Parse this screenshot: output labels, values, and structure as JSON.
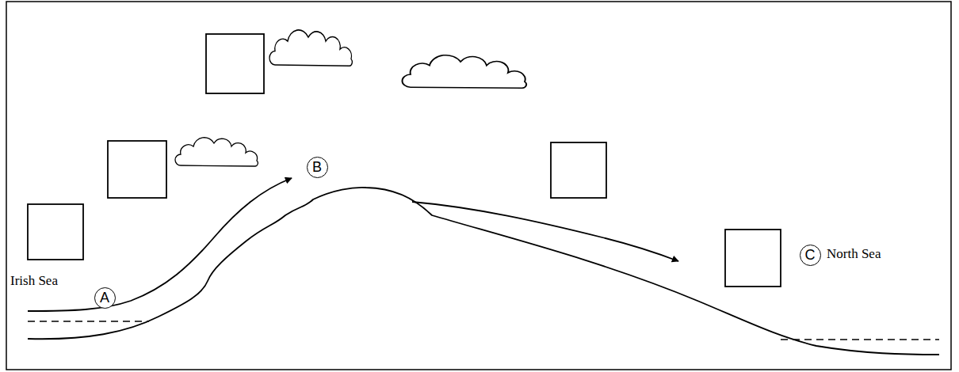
{
  "diagram": {
    "nodes": [
      {
        "text": [
          "A"
        ]
      },
      {
        "text": [
          "B"
        ]
      },
      {
        "text": [
          "C"
        ]
      }
    ],
    "labels": [
      "Irish Sea",
      "North Sea"
    ]
  }
}
